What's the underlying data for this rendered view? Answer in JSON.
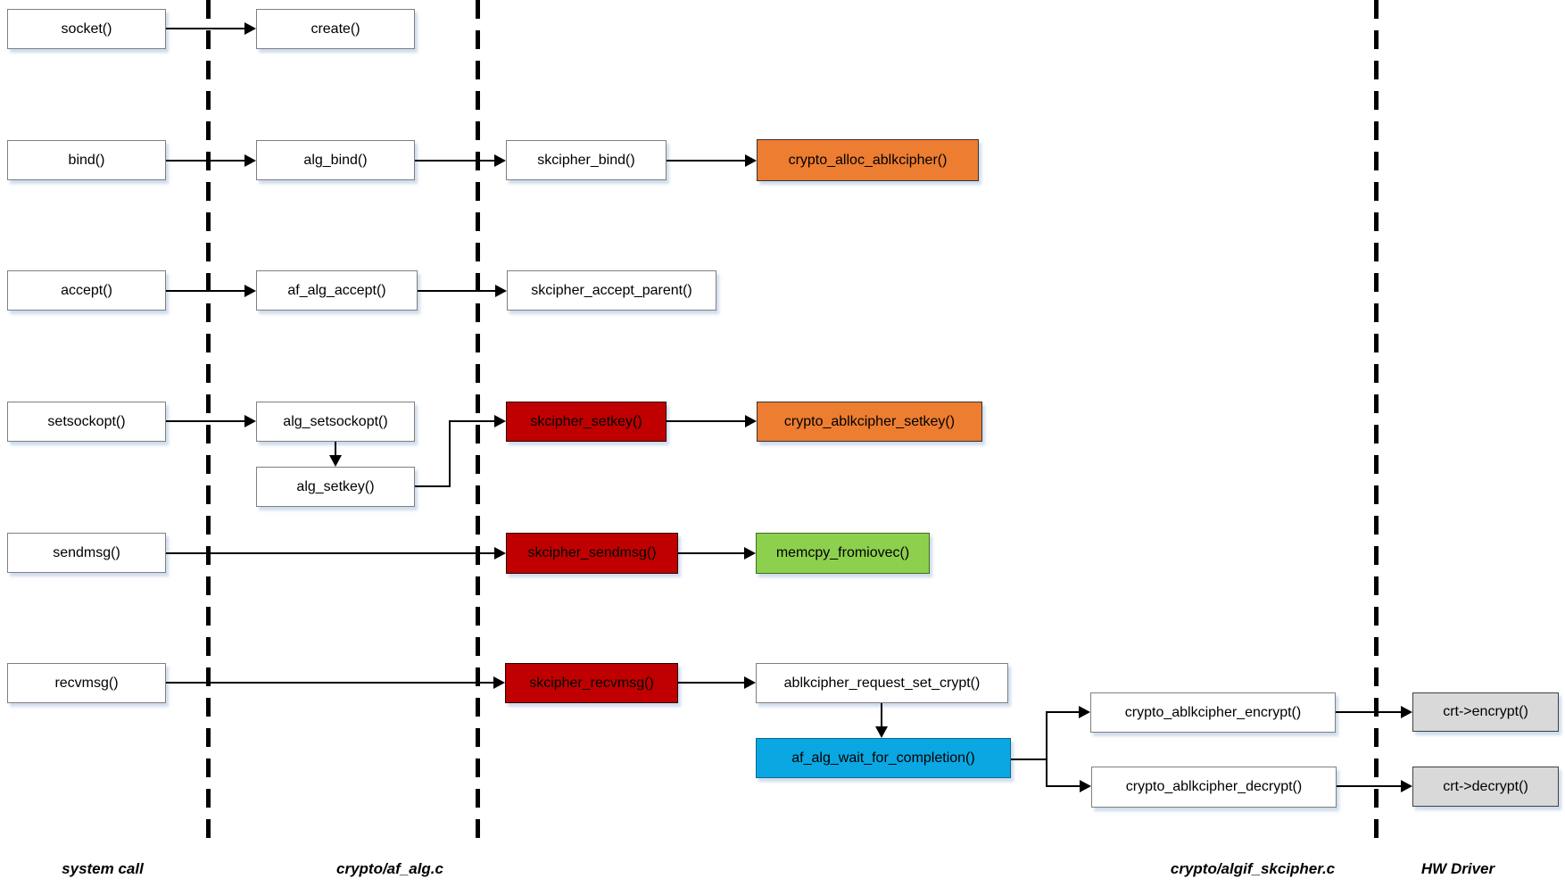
{
  "diagram": {
    "description": "AF_ALG skcipher kernel crypto API call flow",
    "columns": {
      "system_call": "system call",
      "af_alg": "crypto/af_alg.c",
      "algif_skcipher": "crypto/algif_skcipher.c",
      "hw_driver": "HW Driver"
    },
    "colors": {
      "box_white": "#FFFFFF",
      "box_red": "#C00000",
      "box_orange": "#ED7D31",
      "box_green": "#8DD04E",
      "box_blue": "#0AA7E2",
      "box_gray": "#D9D9D9",
      "line_black": "#000000"
    },
    "nodes": {
      "socket": {
        "label": "socket()",
        "color": "white"
      },
      "create": {
        "label": "create()",
        "color": "white"
      },
      "bind": {
        "label": "bind()",
        "color": "white"
      },
      "alg_bind": {
        "label": "alg_bind()",
        "color": "white"
      },
      "skcipher_bind": {
        "label": "skcipher_bind()",
        "color": "white"
      },
      "crypto_alloc_ablkcipher": {
        "label": "crypto_alloc_ablkcipher()",
        "color": "orange"
      },
      "accept": {
        "label": "accept()",
        "color": "white"
      },
      "af_alg_accept": {
        "label": "af_alg_accept()",
        "color": "white"
      },
      "skcipher_accept_parent": {
        "label": "skcipher_accept_parent()",
        "color": "white"
      },
      "setsockopt": {
        "label": "setsockopt()",
        "color": "white"
      },
      "alg_setsockopt": {
        "label": "alg_setsockopt()",
        "color": "white"
      },
      "alg_setkey": {
        "label": "alg_setkey()",
        "color": "white"
      },
      "skcipher_setkey": {
        "label": "skcipher_setkey()",
        "color": "red"
      },
      "crypto_ablkcipher_setkey": {
        "label": "crypto_ablkcipher_setkey()",
        "color": "orange"
      },
      "sendmsg": {
        "label": "sendmsg()",
        "color": "white"
      },
      "skcipher_sendmsg": {
        "label": "skcipher_sendmsg()",
        "color": "red"
      },
      "memcpy_fromiovec": {
        "label": "memcpy_fromiovec()",
        "color": "green"
      },
      "recvmsg": {
        "label": "recvmsg()",
        "color": "white"
      },
      "skcipher_recvmsg": {
        "label": "skcipher_recvmsg()",
        "color": "red"
      },
      "ablkcipher_request_set_crypt": {
        "label": "ablkcipher_request_set_crypt()",
        "color": "white"
      },
      "af_alg_wait_for_completion": {
        "label": "af_alg_wait_for_completion()",
        "color": "blue"
      },
      "crypto_ablkcipher_encrypt": {
        "label": "crypto_ablkcipher_encrypt()",
        "color": "white"
      },
      "crypto_ablkcipher_decrypt": {
        "label": "crypto_ablkcipher_decrypt()",
        "color": "white"
      },
      "crt_encrypt": {
        "label": "crt->encrypt()",
        "color": "gray"
      },
      "crt_decrypt": {
        "label": "crt->decrypt()",
        "color": "gray"
      }
    }
  }
}
